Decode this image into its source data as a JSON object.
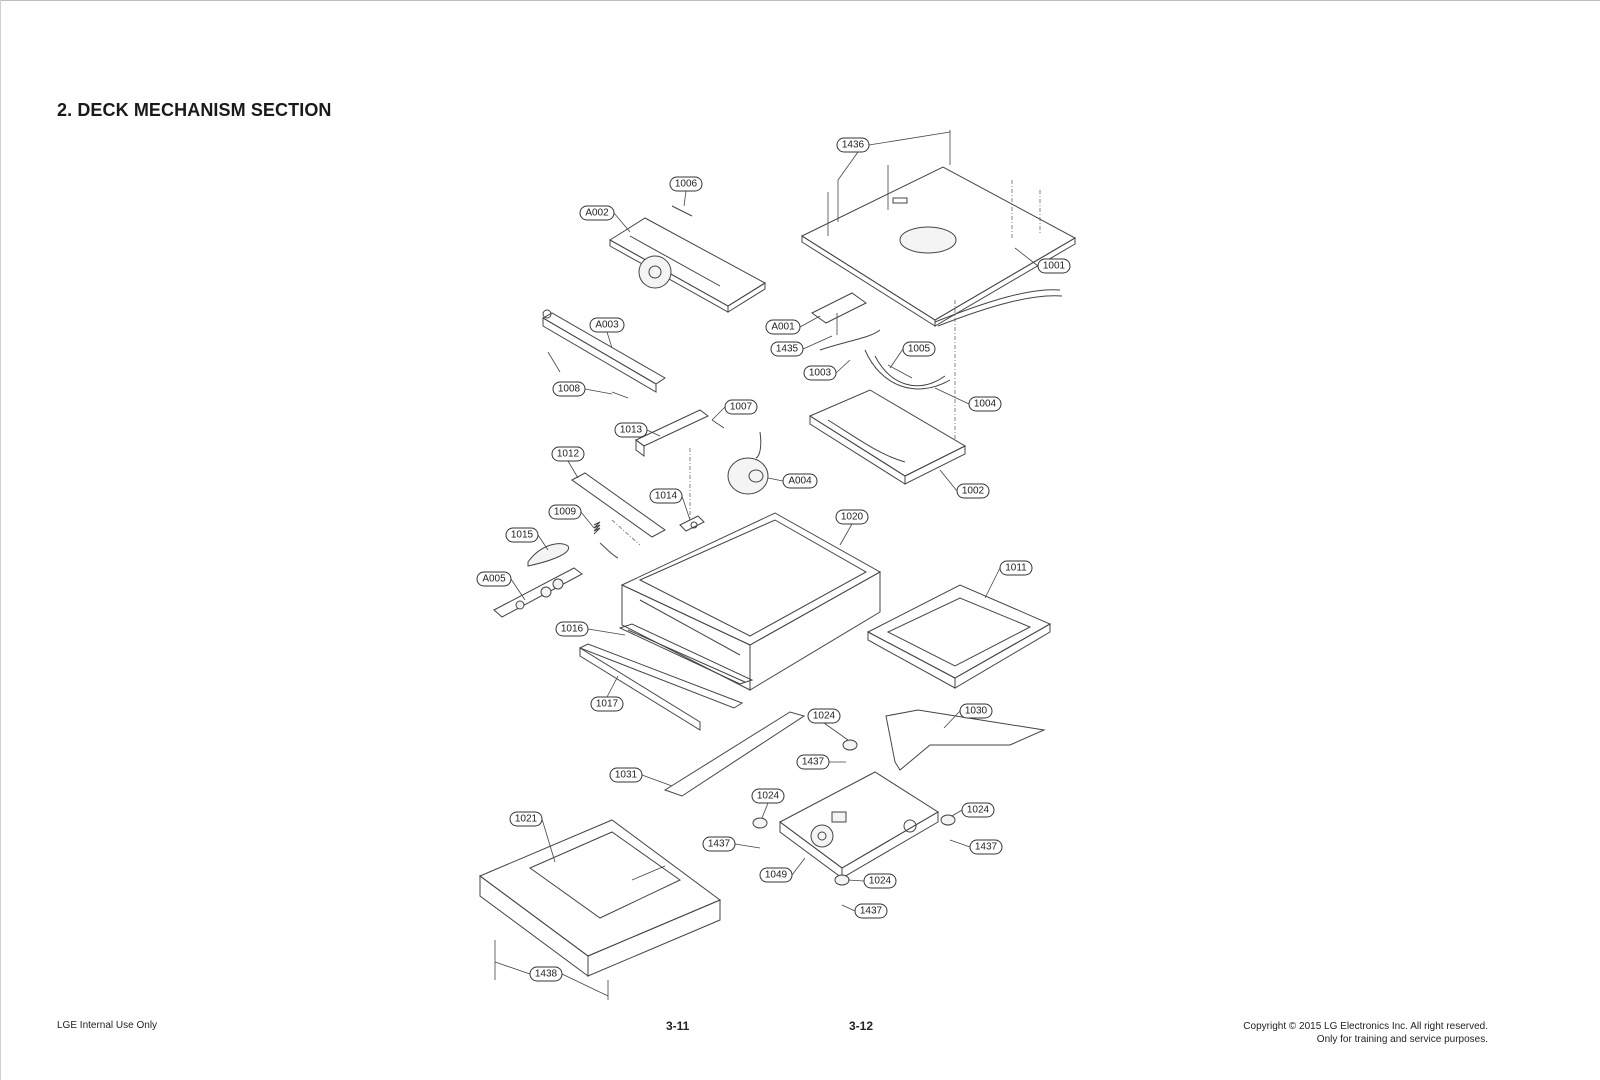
{
  "heading": "2. DECK MECHANISM SECTION",
  "footer": {
    "left": "LGE Internal Use Only",
    "page_left": "3-11",
    "page_right": "3-12",
    "copyright": "Copyright © 2015 LG Electronics Inc. All right reserved.",
    "training": "Only for training and service purposes."
  },
  "labels": {
    "p1436": "1436",
    "p1006": "1006",
    "a002": "A002",
    "p1001": "1001",
    "a003": "A003",
    "a001": "A001",
    "p1435": "1435",
    "p1005": "1005",
    "p1003": "1003",
    "p1008": "1008",
    "p1004": "1004",
    "p1007": "1007",
    "p1013": "1013",
    "p1012": "1012",
    "a004": "A004",
    "p1002": "1002",
    "p1014": "1014",
    "p1009": "1009",
    "p1020": "1020",
    "p1015": "1015",
    "p1011": "1011",
    "a005": "A005",
    "p1016": "1016",
    "p1017": "1017",
    "p1030": "1030",
    "p1024a": "1024",
    "p1437a": "1437",
    "p1031": "1031",
    "p1024b": "1024",
    "p1024c": "1024",
    "p1021": "1021",
    "p1437b": "1437",
    "p1437c": "1437",
    "p1049": "1049",
    "p1024d": "1024",
    "p1437d": "1437",
    "p1438": "1438"
  }
}
